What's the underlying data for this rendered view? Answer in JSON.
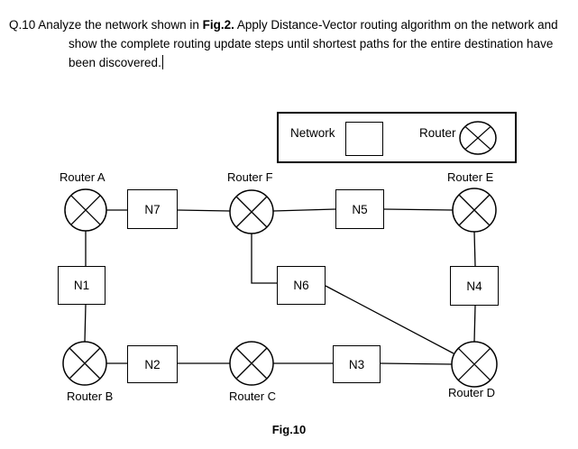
{
  "question": {
    "line1_pre": "Q.10 Analyze the network shown in ",
    "line1_bold": "Fig.2.",
    "line1_post": " Apply Distance-Vector routing algorithm on the network and",
    "line2": "show the complete routing update steps until shortest paths for the entire destination have",
    "line3": "been discovered."
  },
  "legend": {
    "network_label": "Network",
    "router_label": "Router"
  },
  "diagram": {
    "routers": {
      "a": {
        "label": "Router A"
      },
      "b": {
        "label": "Router B"
      },
      "c": {
        "label": "Router C"
      },
      "d": {
        "label": "Router D"
      },
      "e": {
        "label": "Router E"
      },
      "f": {
        "label": "Router F"
      }
    },
    "networks": {
      "n1": {
        "label": "N1"
      },
      "n2": {
        "label": "N2"
      },
      "n3": {
        "label": "N3"
      },
      "n4": {
        "label": "N4"
      },
      "n5": {
        "label": "N5"
      },
      "n6": {
        "label": "N6"
      },
      "n7": {
        "label": "N7"
      }
    },
    "links": [
      {
        "from": "Router A",
        "to": "N7"
      },
      {
        "from": "N7",
        "to": "Router F"
      },
      {
        "from": "Router F",
        "to": "N5"
      },
      {
        "from": "N5",
        "to": "Router E"
      },
      {
        "from": "Router A",
        "to": "N1"
      },
      {
        "from": "N1",
        "to": "Router B"
      },
      {
        "from": "Router F",
        "to": "N6"
      },
      {
        "from": "Router E",
        "to": "N4"
      },
      {
        "from": "N4",
        "to": "Router D"
      },
      {
        "from": "Router B",
        "to": "N2"
      },
      {
        "from": "N2",
        "to": "Router C"
      },
      {
        "from": "Router C",
        "to": "N3"
      },
      {
        "from": "N3",
        "to": "Router D"
      },
      {
        "from": "N6",
        "to": "Router D"
      }
    ]
  },
  "caption": "Fig.10",
  "colors": {
    "line": "#000000",
    "background": "#ffffff",
    "text": "#000000"
  }
}
